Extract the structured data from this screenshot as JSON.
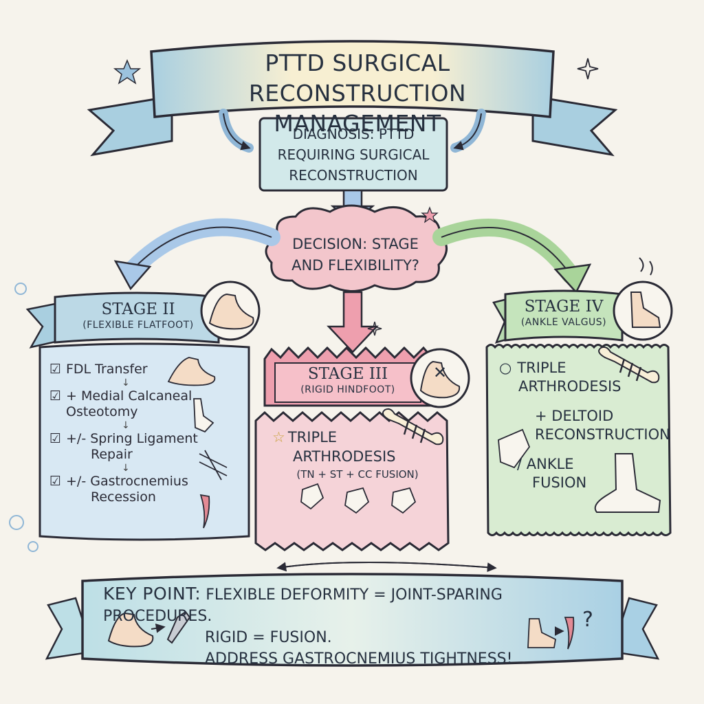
{
  "title": {
    "line1": "PTTD Surgical Reconstruction",
    "line2": "Management"
  },
  "diagnosis": {
    "line1": "Diagnosis: PTTD",
    "line2": "Requiring Surgical",
    "line3": "Reconstruction"
  },
  "decision": {
    "line1": "Decision: Stage",
    "line2": "and Flexibility?"
  },
  "stage2": {
    "title": "STAGE II",
    "subtitle": "(FLEXIBLE FLATFOOT)",
    "step1_mark": "☑",
    "step1": "FDL Transfer",
    "step2_mark": "☑",
    "step2_line1": "+ Medial Calcaneal",
    "step2_line2": "Osteotomy",
    "step3_mark": "☑",
    "step3_line1": "+/- Spring Ligament",
    "step3_line2": "Repair",
    "step4_mark": "☑",
    "step4_line1": "+/- Gastrocnemius",
    "step4_line2": "Recession",
    "down_arrow": "↓"
  },
  "stage3": {
    "title": "STAGE III",
    "subtitle": "(RIGID HINDFOOT)",
    "star": "☆",
    "item_line1": "TRIPLE",
    "item_line2": "ARTHRODESIS",
    "item_detail": "(TN + ST + CC FUSION)",
    "cross": "✕"
  },
  "stage4": {
    "title": "STAGE IV",
    "subtitle": "(ANKLE VALGUS)",
    "bullet": "○",
    "item1_line1": "TRIPLE",
    "item1_line2": "ARTHRODESIS",
    "item2_line1": "+ DELTOID",
    "item2_line2": "RECONSTRUCTION",
    "item3_line1": "/ ANKLE",
    "item3_line2": "FUSION"
  },
  "key_point": {
    "lead": "KEY POINT:",
    "line1": "FLEXIBLE DEFORMITY = JOINT-SPARING PROCEDURES.",
    "line2": "RIGID = FUSION.",
    "line3": "ADDRESS GASTROCNEMIUS TIGHTNESS!",
    "question": "?"
  },
  "colors": {
    "background": "#f6f3ec",
    "ink": "#2a2a35",
    "banner_blue": "#bcd9e6",
    "banner_cream": "#f7efd2",
    "diagnosis_fill": "#d2e9ea",
    "decision_fill": "#f3c6cc",
    "stage2_fill": "#d8e8f3",
    "stage3_fill": "#f5d3d8",
    "stage4_fill": "#d9ecd2",
    "arrow_blue": "#a9c8e8",
    "arrow_pink": "#ee9fae",
    "arrow_green": "#a9d49a"
  },
  "icons": [
    "foot-icon",
    "ankle-icon",
    "bone-fusion-icon",
    "screw-icon",
    "muscle-icon",
    "star-icon",
    "check-icon"
  ]
}
